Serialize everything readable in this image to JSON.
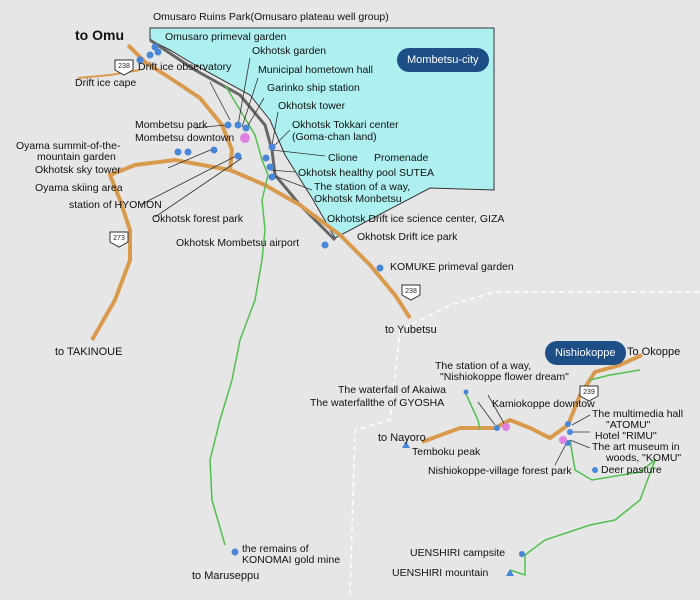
{
  "regions": {
    "mombetsu_city": "Mombetsu-city",
    "nishiokoppe": "Nishiokoppe"
  },
  "directions": {
    "omu": "to Omu",
    "takinoue": "to TAKINOUE",
    "yubetsu": "to Yubetsu",
    "maruseppu": "to Maruseppu",
    "nayoro": "to Nayoro",
    "okoppe": "To Okoppe"
  },
  "route_numbers": {
    "r238_top": "238",
    "r273": "273",
    "r238_east": "238",
    "r239": "239"
  },
  "places": {
    "omusaro_ruins": "Omusaro Ruins Park(Omusaro plateau well group)",
    "omusaro_forest": "Omusaro primeval garden",
    "okhotsk_garden": "Okhotsk garden",
    "drift_ice_observatory": "Drift ice observatory",
    "municipal_hall": "Municipal hometown hall",
    "drift_ice_cape": "Drift ice cape",
    "garinko": "Garinko ship station",
    "okhotsk_tower": "Okhotsk tower",
    "mombetsu_park": "Mombetsu park",
    "mombetsu_downtown": "Mombetsu downtown",
    "tokkari_1": "Okhotsk Tokkari center",
    "tokkari_2": "(Goma-chan land)",
    "oyama_summit_1": "Oyama summit-of-the-",
    "oyama_summit_2": "mountain garden",
    "clione": "Clione",
    "promenade": "Promenade",
    "sky_tower": "Okhotsk sky tower",
    "pool_sutea": "Okhotsk healthy pool SUTEA",
    "skiing_area": "Oyama skiing area",
    "station_way_1": "The station of a way,",
    "station_way_2": "Okhotsk Monbetsu",
    "hyomon": "station of HYOMON",
    "forest_park": "Okhotsk forest park",
    "giza": "Okhotsk Drift ice science center, GIZA",
    "drift_ice_park": "Okhotsk Drift ice park",
    "airport": "Okhotsk Mombetsu airport",
    "komuke": "KOMUKE primeval garden",
    "konomai_1": "the remains of",
    "konomai_2": "KONOMAI gold mine",
    "nish_station_1": "The station of a way,",
    "nish_station_2": "\"Nishiokoppe flower dream\"",
    "akaiwa": "The waterfall of Akaiwa",
    "gyosha": "The waterfallthe of GYOSHA",
    "kamiokoppe": "Kamiokoppe downtow",
    "atomu_1": "The multimedia hall",
    "atomu_2": "\"ATOMU\"",
    "rimu": "Hotel \"RIMU\"",
    "komu_1": "The art museum in",
    "komu_2": "woods, \"KOMU\"",
    "temboku": "Temboku peak",
    "nish_forest_park": "Nishiokoppe-village forest park",
    "deer_pasture": "Deer pasture",
    "uenshiri_camp": "UENSHIRI campsite",
    "uenshiri_mountain": "UENSHIRI mountain"
  },
  "colors": {
    "background": "#e6e6e6",
    "city_area": "#aef0f0",
    "road_main": "#d99a4e",
    "road_secondary": "#50c050",
    "marker": "#4a86d8",
    "downtown_marker": "#e080e0",
    "badge": "#1d4f86"
  }
}
